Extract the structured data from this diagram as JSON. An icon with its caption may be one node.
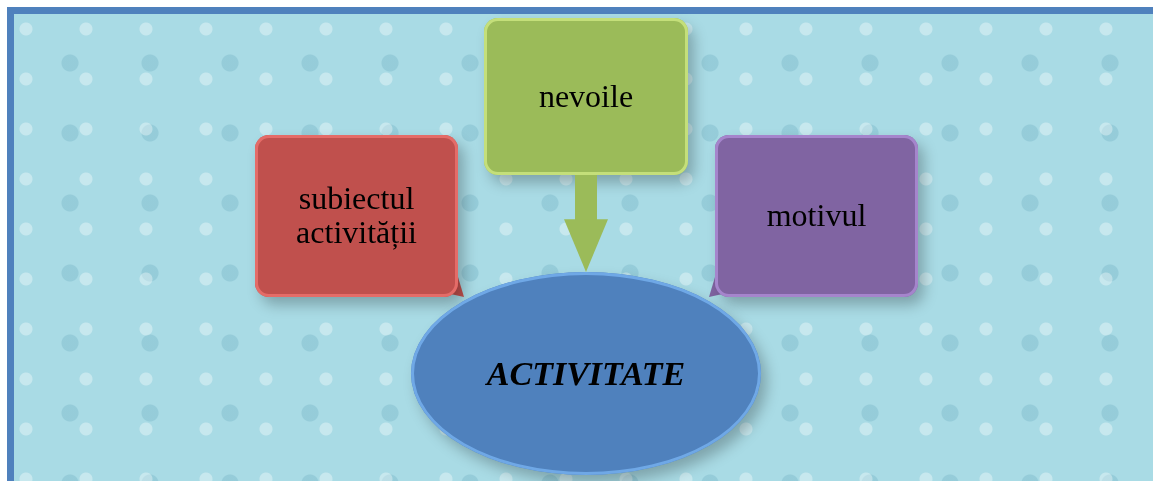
{
  "diagram": {
    "nodes": [
      {
        "text": [
          "subiectul activității"
        ]
      },
      {
        "text": [
          "nevoile"
        ]
      },
      {
        "text": [
          "motivul"
        ]
      },
      {
        "text": [
          "ACTIVITATE"
        ]
      }
    ],
    "edges": [
      {
        "from": 1,
        "to": 3,
        "arrow": "to"
      }
    ]
  }
}
